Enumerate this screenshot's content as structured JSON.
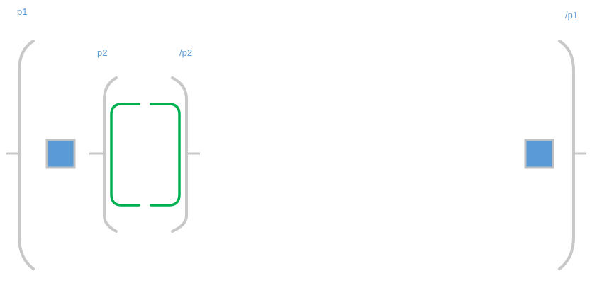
{
  "colors": {
    "bracket": "#c8c8c8",
    "label": "#5b9bd5",
    "square_fill": "#5b9bd5",
    "square_border": "#c0c0c0",
    "inner_shape": "#00b050"
  },
  "labels": {
    "p1_open": "p1",
    "p1_close": "/p1",
    "p2_open": "p2",
    "p2_close": "/p2"
  }
}
